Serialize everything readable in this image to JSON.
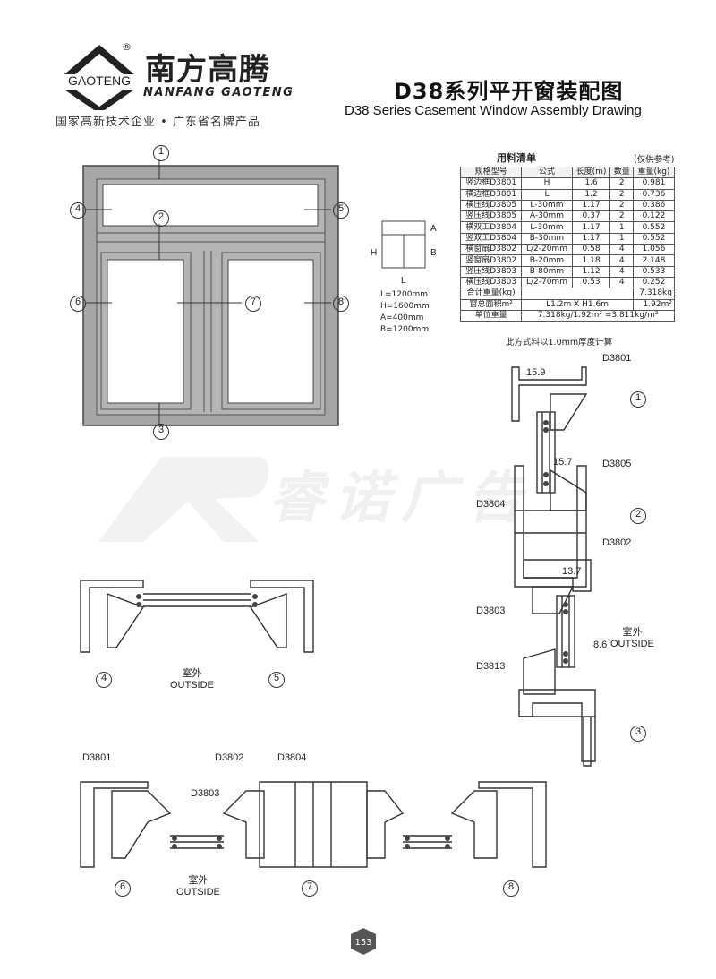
{
  "brand": {
    "logo_text": "GAOTENG",
    "registered": "®",
    "name_cn": "南方高腾",
    "name_en": "NANFANG GAOTENG",
    "tagline": "国家高新技术企业 • 广东省名牌产品"
  },
  "title": {
    "cn": "D38系列平开窗装配图",
    "en": "D38 Series Casement Window Assembly Drawing"
  },
  "materials": {
    "title": "用料清单",
    "note": "(仅供参考)",
    "headers": [
      "规格型号",
      "公式",
      "长度(m)",
      "数量",
      "重量(kg)"
    ],
    "rows": [
      [
        "竖边框D3801",
        "H",
        "1.6",
        "2",
        "0.981"
      ],
      [
        "横边框D3801",
        "L",
        "1.2",
        "2",
        "0.736"
      ],
      [
        "横压线D3805",
        "L-30mm",
        "1.17",
        "2",
        "0.386"
      ],
      [
        "竖压线D3805",
        "A-30mm",
        "0.37",
        "2",
        "0.122"
      ],
      [
        "横双工D3804",
        "L-30mm",
        "1.17",
        "1",
        "0.552"
      ],
      [
        "竖双工D3804",
        "B-30mm",
        "1.17",
        "1",
        "0.552"
      ],
      [
        "横窗扇D3802",
        "L/2-20mm",
        "0.58",
        "4",
        "1.056"
      ],
      [
        "竖窗扇D3802",
        "B-20mm",
        "1.18",
        "4",
        "2.148"
      ],
      [
        "竖压线D3803",
        "B-80mm",
        "1.12",
        "4",
        "0.533"
      ],
      [
        "横压线D3803",
        "L/2-70mm",
        "0.53",
        "4",
        "0.252"
      ]
    ],
    "total_label": "合计重量(kg)",
    "total_value": "7.318kg",
    "area_label": "窗总面积m²",
    "area_formula": "L1.2m X H1.6m",
    "area_value": "1.92m²",
    "unit_label": "单位重量",
    "unit_value": "7.318kg/1.92m² =3.811kg/m²",
    "footnote": "此方式料以1.0mm厚度计算"
  },
  "schematic": {
    "A": "A",
    "B": "B",
    "H": "H",
    "L": "L",
    "dims": [
      "L=1200mm",
      "H=1600mm",
      "A=400mm",
      "B=1200mm"
    ]
  },
  "elevation_markers": [
    "1",
    "2",
    "3",
    "4",
    "5",
    "6",
    "7",
    "8"
  ],
  "profiles": {
    "d3801": "D3801",
    "d3802": "D3802",
    "d3803": "D3803",
    "d3804": "D3804",
    "d3805": "D3805",
    "d3813": "D3813",
    "dim_159": "15.9",
    "dim_157": "15.7",
    "dim_137": "13.7",
    "dim_86": "8.6"
  },
  "outside": {
    "cn": "室外",
    "en": "OUTSIDE"
  },
  "watermark": "睿诺广告",
  "page_number": "153",
  "colors": {
    "frame_fill": "#a6a6a6",
    "frame_stroke": "#444444",
    "line": "#333333"
  }
}
